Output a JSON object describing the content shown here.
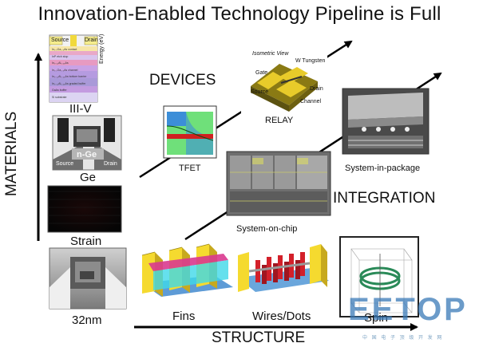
{
  "title": "Innovation-Enabled Technology Pipeline is Full",
  "axes": {
    "vertical": "MATERIALS",
    "horizontal": "STRUCTURE"
  },
  "sections": {
    "devices": "DEVICES",
    "integration": "INTEGRATION"
  },
  "materials": {
    "iii_v": {
      "label": "III-V",
      "source": "Source",
      "drain": "Drain",
      "layers": [
        "In₀.₇Ga₀.₃As contact",
        "InP etch stop",
        "In₀.₅₂Al₀.₄₈As",
        "In₀.₇Ga₀.₃As channel",
        "In₀.₅₂Al₀.₄₈As bottom barrier",
        "In₀.₅₂Al₀.₄₈As graded buffer",
        "GaAs buffer",
        "Si substrate"
      ],
      "side_label": "Energy (eV)"
    },
    "ge": {
      "label": "Ge",
      "inner": "n-Ge",
      "source": "Source",
      "drain": "Drain"
    },
    "strain": {
      "label": "Strain"
    },
    "node": {
      "label": "32nm"
    }
  },
  "structures": [
    {
      "label": "Fins"
    },
    {
      "label": "Wires/Dots"
    },
    {
      "label": "Spin"
    }
  ],
  "devices": [
    {
      "label": "TFET"
    },
    {
      "label": "RELAY",
      "annotations": [
        "Isometric View",
        "W Tungsten",
        "Gate",
        "Source",
        "Drain",
        "Channel"
      ]
    }
  ],
  "integration": [
    {
      "label": "System-on-chip"
    },
    {
      "label": "System-in-package"
    }
  ],
  "watermark": {
    "text": "EETOP",
    "sub": "中 国 电 子 顶 级 开 发 网"
  },
  "colors": {
    "fin_yellow": "#f5da2f",
    "fin_magenta": "#d9398f",
    "fin_cyan": "#3fd8e8",
    "wire_red": "#d3202a",
    "spin_green": "#2a8a58",
    "tfet_green": "#6fe07a",
    "tfet_red": "#d02020",
    "watermark": "#3a7ab8"
  }
}
